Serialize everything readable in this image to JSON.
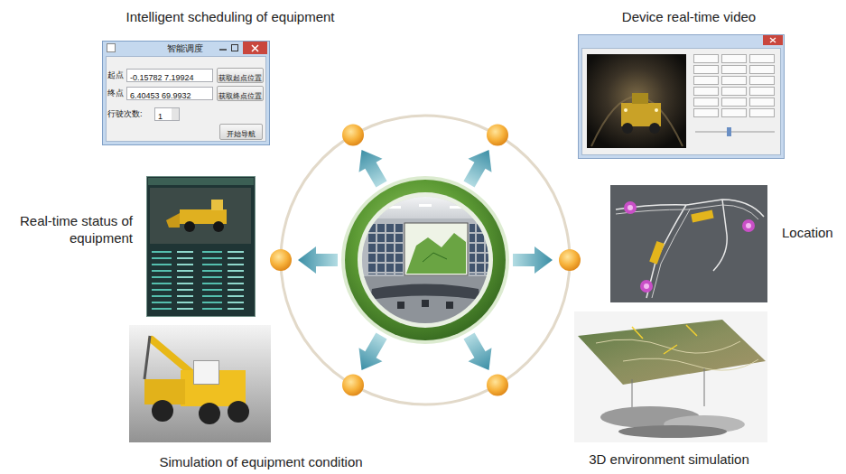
{
  "diagram": {
    "nodes": [
      {
        "text": [
          "Intelligent scheduling of equipment",
          "智能调度"
        ]
      },
      {
        "text": [
          "-0.15782 7.19924"
        ],
        "in": 0
      },
      {
        "text": [
          "获取起点位置"
        ],
        "in": 0
      },
      {
        "text": [
          "6.40453 69.9932"
        ],
        "in": 0
      },
      {
        "text": [
          "获取终点位置"
        ],
        "in": 0
      },
      {
        "text": [
          "1"
        ],
        "in": 0
      },
      {
        "text": [
          "开始导航"
        ],
        "in": 0
      },
      {
        "text": [
          "Device real-time video"
        ]
      },
      {
        "text": [
          "Real-time status of equipment"
        ]
      },
      {
        "text": [
          "Location"
        ]
      },
      {
        "text": [
          "Simulation of equipment condition"
        ]
      },
      {
        "text": [
          "3D environment simulation"
        ]
      }
    ],
    "labels": [
      "起点",
      "终点",
      "行驶次数:"
    ]
  }
}
